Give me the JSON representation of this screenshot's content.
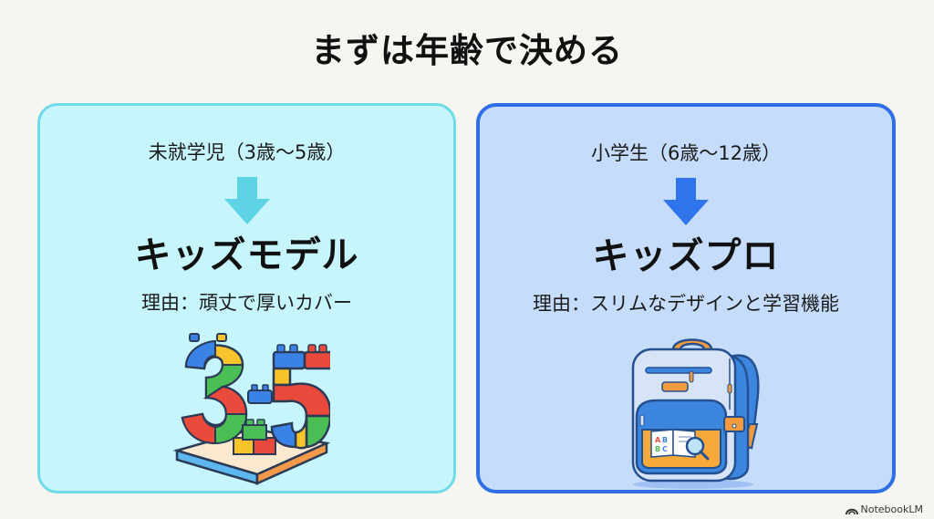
{
  "header": {
    "title": "まずは年齢で決める"
  },
  "panels": [
    {
      "id": "preschool",
      "age_label": "未就学児（3歳〜5歳）",
      "arrow_icon": "arrow-down-icon",
      "model_name": "キッズモデル",
      "reason": "理由：頑丈で厚いカバー",
      "illustration": "toy-blocks-3-5-icon",
      "colors": {
        "background": "#c6f6fb",
        "border": "#6fdbe8",
        "arrow": "#5fd3e6"
      }
    },
    {
      "id": "elementary",
      "age_label": "小学生（6歳〜12歳）",
      "arrow_icon": "arrow-down-icon",
      "model_name": "キッズプロ",
      "reason": "理由：スリムなデザインと学習機能",
      "illustration": "school-backpack-icon",
      "colors": {
        "background": "#c5dcfb",
        "border": "#2f6fe6",
        "arrow": "#2f74ea"
      }
    }
  ],
  "footer": {
    "brand": "NotebookLM",
    "brand_icon": "notebooklm-logo-icon"
  }
}
